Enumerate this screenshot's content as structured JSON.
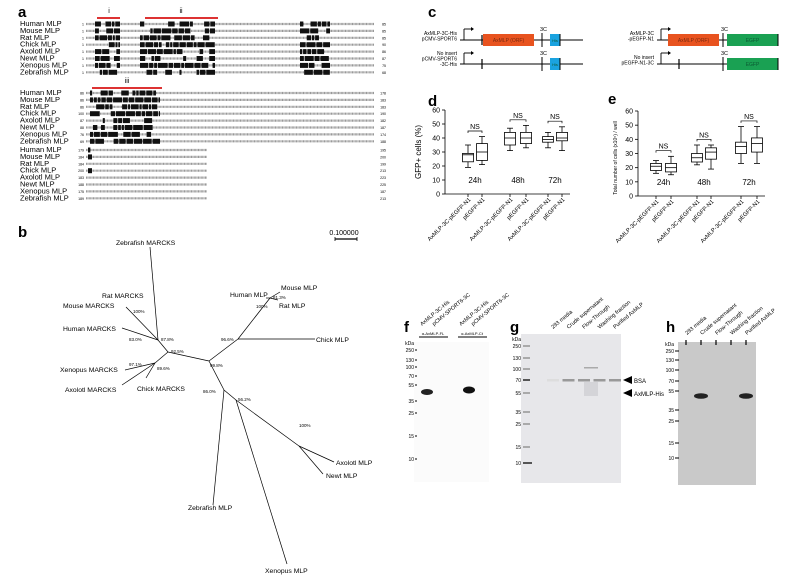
{
  "panels": {
    "a": "a",
    "b": "b",
    "c": "c",
    "d": "d",
    "e": "e",
    "f": "f",
    "g": "g",
    "h": "h"
  },
  "alignment": {
    "regions": [
      "i",
      "ii",
      "iii"
    ],
    "species": [
      "Human MLP",
      "Mouse MLP",
      "Rat MLP",
      "Chick MLP",
      "Axolotl MLP",
      "Newt MLP",
      "Xenopus MLP",
      "Zebrafish MLP"
    ],
    "blocks": [
      {
        "start": [
          "1",
          "1",
          "1",
          "1",
          "1",
          "1",
          "1",
          "1"
        ],
        "end": [
          "85",
          "85",
          "85",
          "90",
          "86",
          "87",
          "75",
          "68"
        ]
      },
      {
        "start": [
          "86",
          "86",
          "86",
          "100",
          "87",
          "88",
          "76",
          "69"
        ],
        "end": [
          "178",
          "183",
          "183",
          "190",
          "182",
          "187",
          "174",
          "188"
        ]
      },
      {
        "start": [
          "179",
          "184",
          "184",
          "200",
          "183",
          "188",
          "175",
          "189"
        ],
        "end": [
          "195",
          "200",
          "199",
          "213",
          "223",
          "225",
          "187",
          "213"
        ]
      }
    ]
  },
  "tree": {
    "scale_label": "0.100000",
    "leaves": [
      "Zebrafish MARCKS",
      "Rat MARCKS",
      "Mouse MARCKS",
      "Human MARCKS",
      "Xenopus MARCKS",
      "Axolotl MARCKS",
      "Chick MARCKS",
      "Human MLP",
      "Mouse MLP",
      "Rat MLP",
      "Chick MLP",
      "Axolotl MLP",
      "Newt MLP",
      "Zebrafish MLP",
      "Xenopus MLP"
    ],
    "bootstrap": [
      "100%",
      "83.0%",
      "87.8%",
      "92.5%",
      "97.1%",
      "89.6%",
      "99.8%",
      "96.6%",
      "100%",
      "81.3%",
      "86.0%",
      "56.2%",
      "100%"
    ]
  },
  "constructs": {
    "left": [
      {
        "name": "AxMLP-3C-His\npCMV-SPORT6",
        "lines": [
          "AxMLP-3C-His",
          "pCMV-SPORT6"
        ],
        "orf": "AxMLP (ORF)",
        "tag": "His",
        "site": "3C"
      },
      {
        "lines": [
          "No insert",
          "pCMV-SPORT6",
          "-3C-His"
        ],
        "tag": "His",
        "site": "3C"
      }
    ],
    "right": [
      {
        "lines": [
          "AxMLP-3C",
          "-pEGFP-N1"
        ],
        "orf": "AxMLP (ORF)",
        "tag": "EGFP",
        "site": "3C"
      },
      {
        "lines": [
          "No insert",
          "pEGFP-N1-3C"
        ],
        "tag": "EGFP",
        "site": "3C"
      }
    ],
    "colors": {
      "orf": "#e8531f",
      "his": "#1aa3e0",
      "egfp": "#1aa153"
    }
  },
  "chart_data": [
    {
      "type": "box",
      "panel": "d",
      "ylabel": "GFP+ cells (%)",
      "ylim": [
        0,
        60
      ],
      "yticks": [
        0,
        10,
        20,
        30,
        40,
        50,
        60
      ],
      "categories": [
        "AxMLP-3C-pEGFP-N1",
        "pEGFP-N1",
        "AxMLP-3C-pEGFP-N1",
        "pEGFP-N1",
        "AxMLP-3C-pEGFP-N1",
        "pEGFP-N1"
      ],
      "groups": [
        "24h",
        "48h",
        "72h"
      ],
      "significance": [
        "NS",
        "NS",
        "NS"
      ],
      "boxes": [
        [
          19,
          23,
          28,
          29,
          35
        ],
        [
          21,
          24,
          30,
          36,
          41
        ],
        [
          31,
          35,
          40,
          44,
          47
        ],
        [
          33,
          36,
          40,
          44,
          49
        ],
        [
          33,
          37,
          39,
          41,
          44
        ],
        [
          31,
          38,
          40,
          44,
          48
        ]
      ]
    },
    {
      "type": "box",
      "panel": "e",
      "ylabel": "Total number of cells (x10⁵) / well",
      "ylim": [
        0,
        60
      ],
      "yticks": [
        0,
        10,
        20,
        30,
        40,
        50,
        60
      ],
      "categories": [
        "AxMLP-3C-pEGFP-N1",
        "pEGFP-N1",
        "AxMLP-3C-pEGFP-N1",
        "pEGFP-N1",
        "AxMLP-3C-pEGFP-N1",
        "pEGFP-N1"
      ],
      "groups": [
        "24h",
        "48h",
        "72h"
      ],
      "significance": [
        "NS",
        "NS",
        "NS"
      ],
      "boxes": [
        [
          16,
          18,
          21,
          23,
          25
        ],
        [
          15,
          17,
          20,
          23,
          28
        ],
        [
          22,
          24,
          27,
          30,
          36
        ],
        [
          19,
          26,
          31,
          34,
          36
        ],
        [
          23,
          30,
          35,
          38,
          49
        ],
        [
          23,
          31,
          37,
          41,
          49
        ]
      ]
    }
  ],
  "blots": {
    "kda": "kDa",
    "markers": [
      "250",
      "130",
      "100",
      "70",
      "55",
      "35",
      "25",
      "15",
      "10"
    ],
    "f": {
      "lanes": [
        "AxMLP-3C-His",
        "pCMV-SPORT6-3C",
        "AxMLP-3C-His",
        "pCMV-SPORT6-3C"
      ],
      "antibodies": [
        "α-AxMLP-FL",
        "α-AxMLP-Ct"
      ]
    },
    "g": {
      "lanes": [
        "293 media",
        "Crude supernatant",
        "Flow-Through",
        "Washing fraction",
        "Purified AxMLP"
      ],
      "arrows": [
        "BSA",
        "AxMLP-His"
      ]
    },
    "h": {
      "lanes": [
        "293 media",
        "Crude supernatant",
        "Flow-Through",
        "Washing fraction",
        "Purified AxMLP"
      ]
    }
  }
}
